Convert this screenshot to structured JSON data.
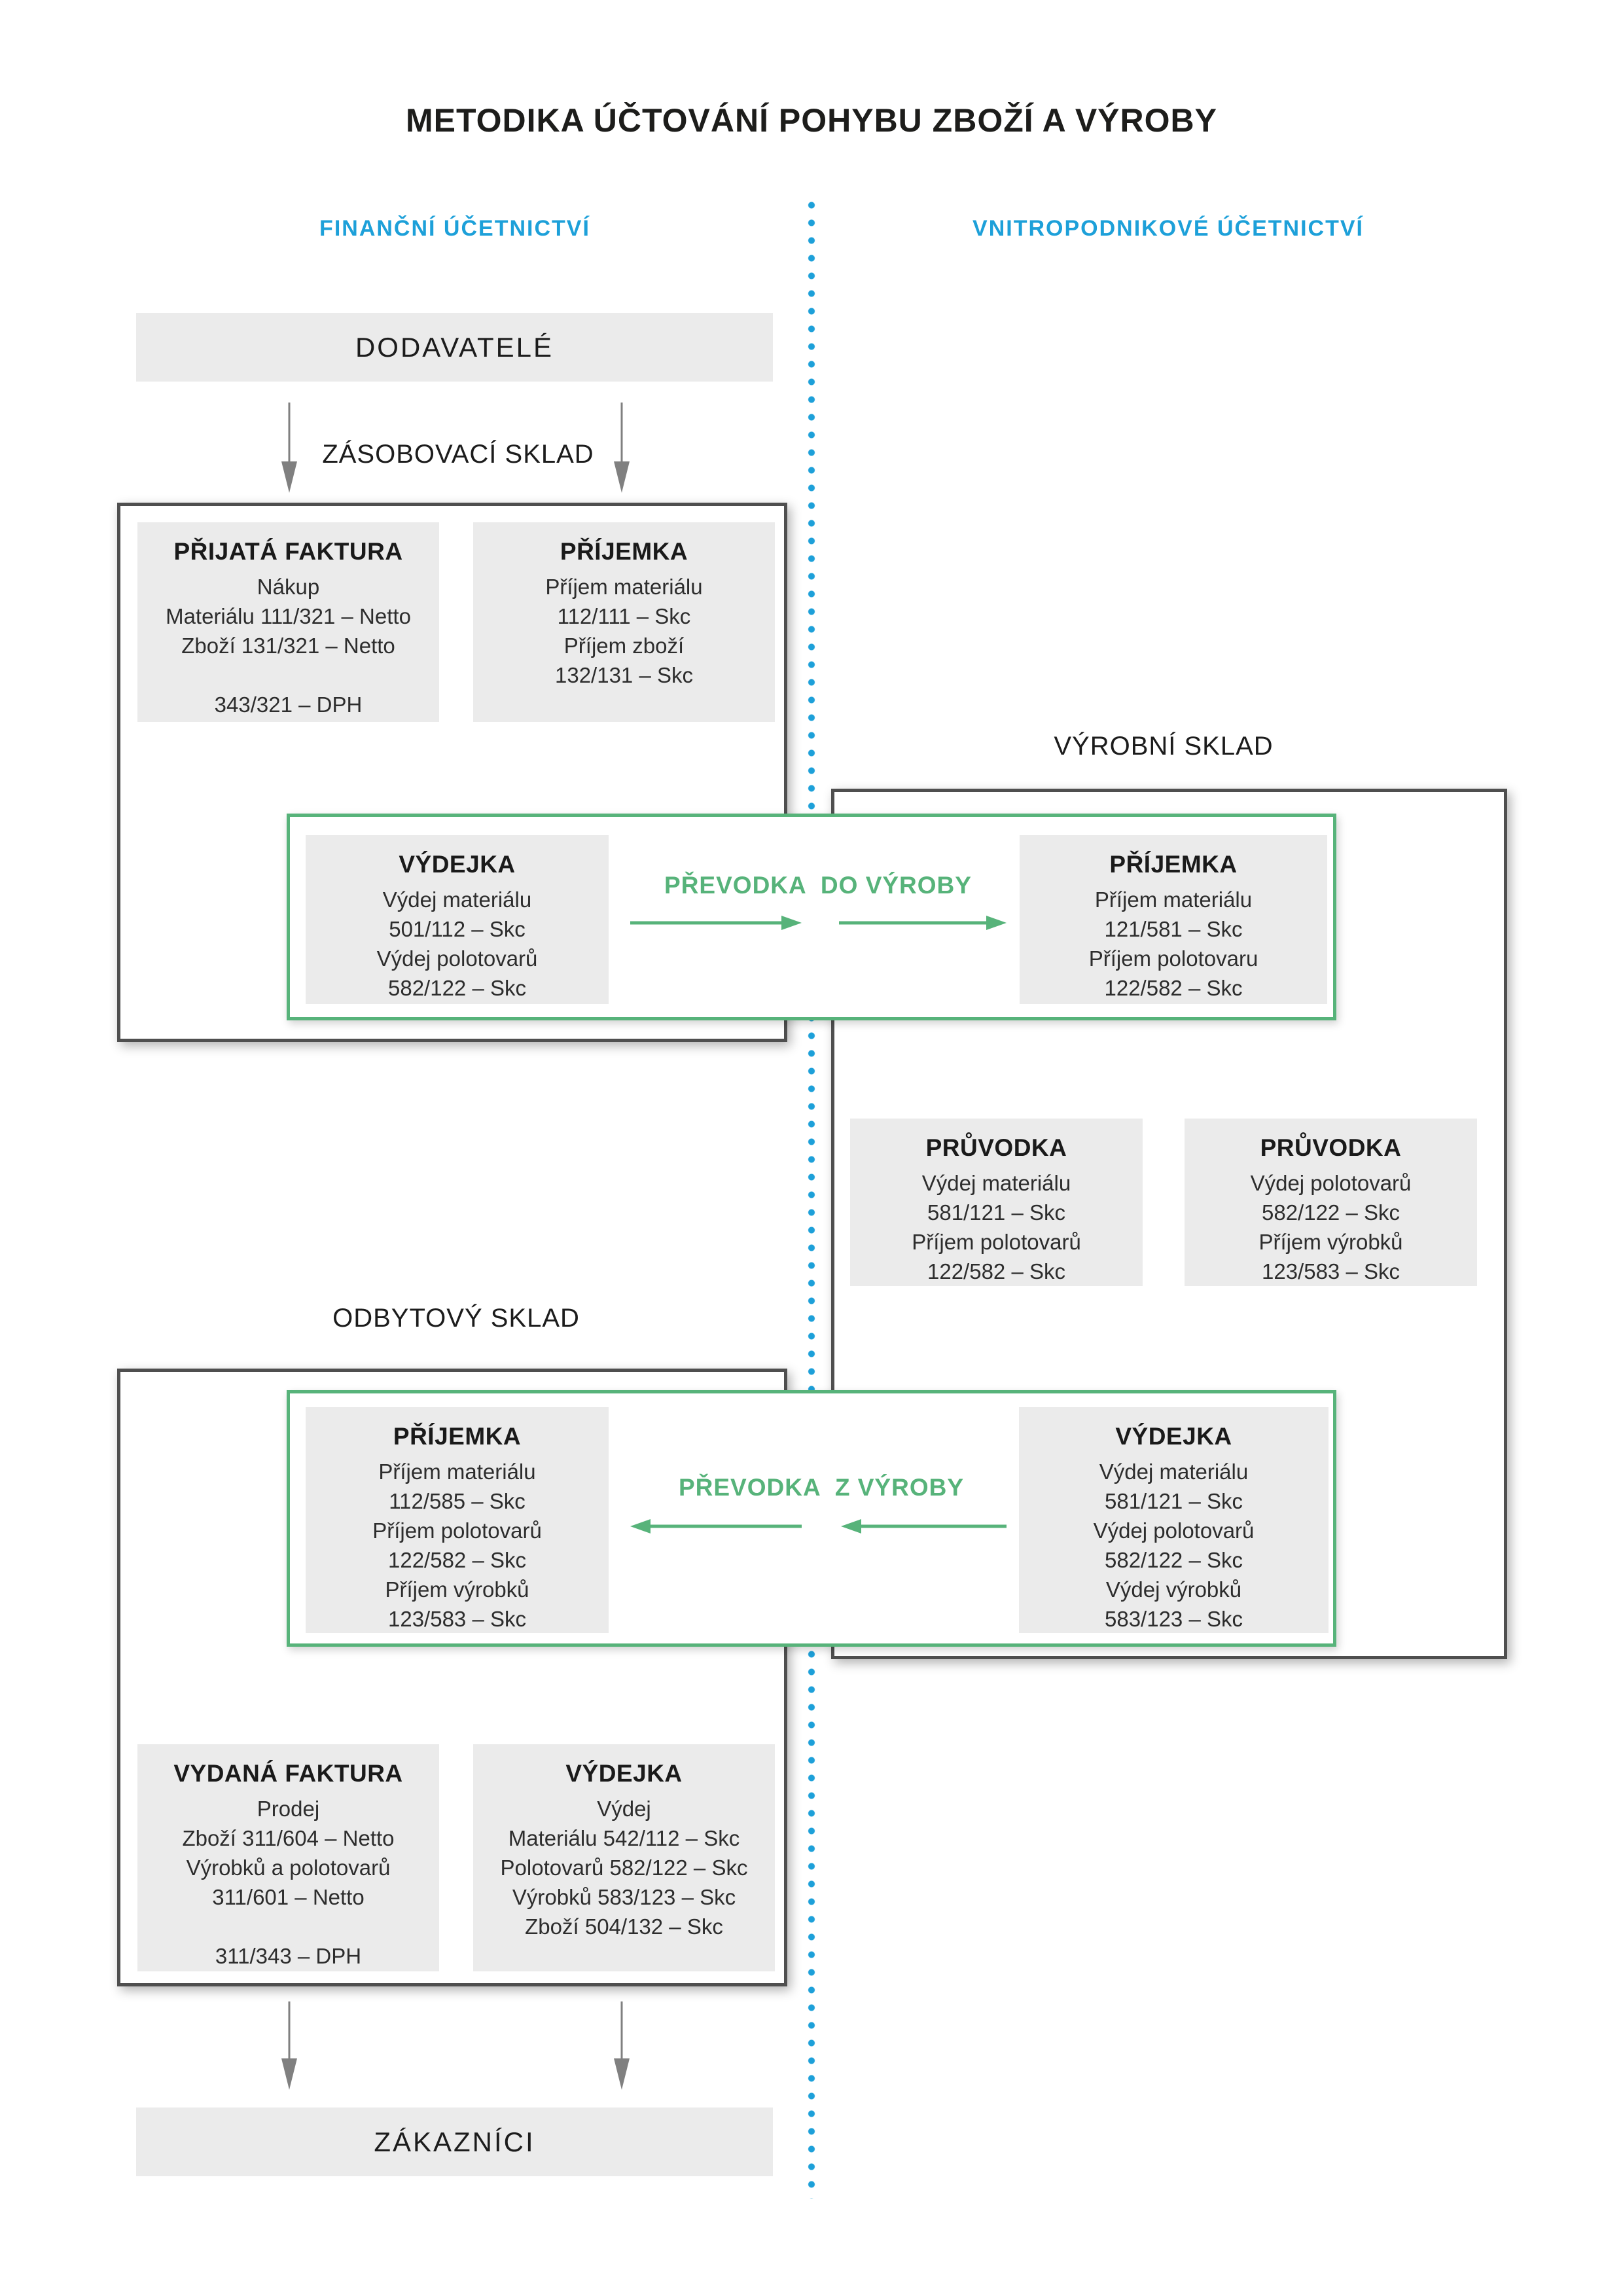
{
  "title": "METODIKA ÚČTOVÁNÍ POHYBU ZBOŽÍ A VÝROBY",
  "columns": {
    "left_header": "FINANČNÍ ÚČETNICTVÍ",
    "right_header": "VNITROPODNIKOVÉ ÚČETNICTVÍ"
  },
  "labels": {
    "dodavatele": "DODAVATELÉ",
    "zasobovaci_sklad": "ZÁSOBOVACÍ SKLAD",
    "vyrobni_sklad": "VÝROBNÍ SKLAD",
    "odbytovy_sklad": "ODBYTOVÝ SKLAD",
    "zakaznici": "ZÁKAZNÍCI",
    "prevodka_do_vyroby": "PŘEVODKA  DO VÝROBY",
    "prevodka_z_vyroby": "PŘEVODKA  Z VÝROBY"
  },
  "cards": {
    "prijata_faktura": {
      "title": "PŘIJATÁ FAKTURA",
      "lines": [
        "Nákup",
        "Materiálu 111/321 – Netto",
        "Zboží 131/321 – Netto",
        "",
        "343/321 – DPH"
      ]
    },
    "prijemka_zasobovaci": {
      "title": "PŘÍJEMKA",
      "lines": [
        "Příjem materiálu",
        "112/111 – Skc",
        "Příjem zboží",
        "132/131 – Skc"
      ]
    },
    "vydejka_zasobovaci": {
      "title": "VÝDEJKA",
      "lines": [
        "Výdej materiálu",
        "501/112 – Skc",
        "Výdej polotovarů",
        "582/122 – Skc"
      ]
    },
    "prijemka_vyrobni": {
      "title": "PŘÍJEMKA",
      "lines": [
        "Příjem materiálu",
        "121/581 – Skc",
        "Příjem polotovaru",
        "122/582 – Skc"
      ]
    },
    "pruvodka_materialu": {
      "title": "PRŮVODKA",
      "lines": [
        "Výdej materiálu",
        "581/121 – Skc",
        "Příjem polotovarů",
        "122/582 – Skc"
      ]
    },
    "pruvodka_polotovaru": {
      "title": "PRŮVODKA",
      "lines": [
        "Výdej polotovarů",
        "582/122 – Skc",
        "Příjem výrobků",
        "123/583 – Skc"
      ]
    },
    "prijemka_odbytovy": {
      "title": "PŘÍJEMKA",
      "lines": [
        "Příjem materiálu",
        "112/585 – Skc",
        "Příjem polotovarů",
        "122/582 – Skc",
        "Příjem výrobků",
        "123/583 – Skc"
      ]
    },
    "vydejka_vyrobni": {
      "title": "VÝDEJKA",
      "lines": [
        "Výdej materiálu",
        "581/121 – Skc",
        "Výdej polotovarů",
        "582/122 – Skc",
        "Výdej výrobků",
        "583/123 – Skc"
      ]
    },
    "vydana_faktura": {
      "title": "VYDANÁ FAKTURA",
      "lines": [
        "Prodej",
        "Zboží 311/604 – Netto",
        "Výrobků a polotovarů",
        "311/601 – Netto",
        "",
        "311/343 – DPH"
      ]
    },
    "vydejka_odbytovy": {
      "title": "VÝDEJKA",
      "lines": [
        "Výdej",
        "Materiálu 542/112 – Skc",
        "Polotovarů 582/122 – Skc",
        "Výrobků 583/123 – Skc",
        "Zboží 504/132 – Skc"
      ]
    }
  },
  "colors": {
    "blue_accent": "#1da0d9",
    "green_accent": "#57b37a",
    "card_fill": "#ebebeb",
    "container_border": "#4f4f4f",
    "arrow_gray": "#808080",
    "text": "#2d2d2d"
  }
}
